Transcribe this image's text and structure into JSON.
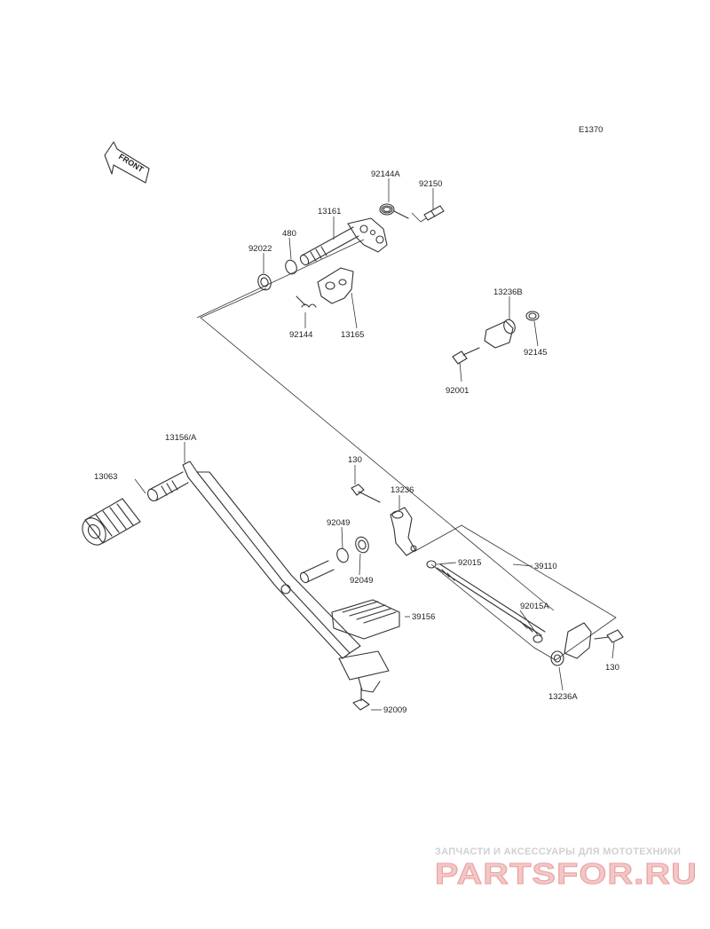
{
  "diagram_code": "E1370",
  "front_label": "FRONT",
  "part_labels": {
    "p92144A": "92144A",
    "p92150": "92150",
    "p13161": "13161",
    "p480": "480",
    "p92022": "92022",
    "p92144": "92144",
    "p13165": "13165",
    "p13236B": "13236B",
    "p92145": "92145",
    "p92001": "92001",
    "p13156A": "13156/A",
    "p13063": "13063",
    "p130a": "130",
    "p13236": "13236",
    "p92049a": "92049",
    "p92049b": "92049",
    "p92015": "92015",
    "p39110": "39110",
    "p92015A": "92015A",
    "p39156": "39156",
    "p130b": "130",
    "p13236A": "13236A",
    "p92009": "92009"
  },
  "watermark": {
    "line1": "ЗАПЧАСТИ И АКСЕССУАРЫ ДЛЯ МОТОТЕХНИКИ",
    "logo": "PARTSFOR.RU"
  }
}
